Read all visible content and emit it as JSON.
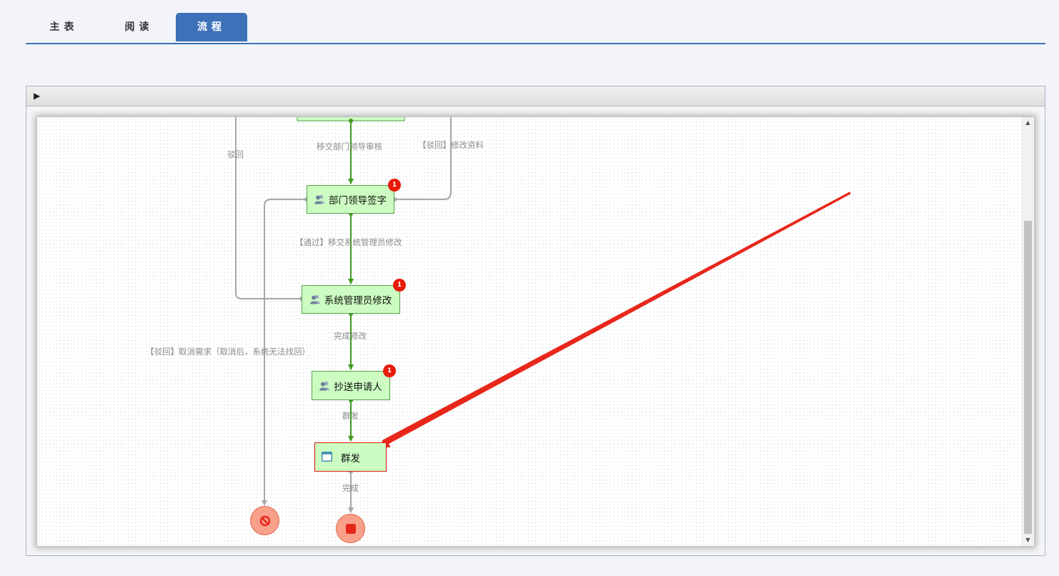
{
  "tabs": [
    {
      "label": "主表",
      "active": false
    },
    {
      "label": "阅读",
      "active": false
    },
    {
      "label": "流程",
      "active": true
    }
  ],
  "panel": {
    "toggle_glyph": "▶"
  },
  "flow": {
    "nodes": [
      {
        "id": "dept_leader_sign",
        "label": "部门领导签字",
        "badge": "1",
        "icon": "users-icon"
      },
      {
        "id": "sysadmin_modify",
        "label": "系统管理员修改",
        "badge": "1",
        "icon": "users-icon"
      },
      {
        "id": "cc_applicant",
        "label": "抄送申请人",
        "badge": "1",
        "icon": "users-icon"
      },
      {
        "id": "group_send",
        "label": "群发",
        "icon": "window-icon"
      }
    ],
    "edge_labels": {
      "reject_left": "驳回",
      "to_dept_leader": "移交部门领导审核",
      "reject_modify": "【驳回】修改资料",
      "pass_to_admin": "【通过】移交系统管理员修改",
      "done_modify": "完成修改",
      "reject_cancel": "【驳回】取消需求（取消后，系统无法找回）",
      "group_send_edge": "群发",
      "complete": "完成"
    },
    "end_nodes": {
      "cancel_icon": "cancel-icon",
      "stop_icon": "stop-icon"
    }
  },
  "scrollbar": {
    "up_glyph": "▲",
    "down_glyph": "▼"
  },
  "colors": {
    "accent": "#3d72b8",
    "node_fill": "#ccfcc1",
    "node_border": "#4fa046",
    "flow_active": "#3e9a1e",
    "flow_inactive": "#a6a6a6",
    "badge": "#e81b0b",
    "end_fill": "#f8a08a",
    "annotation_arrow": "#e8271b"
  }
}
